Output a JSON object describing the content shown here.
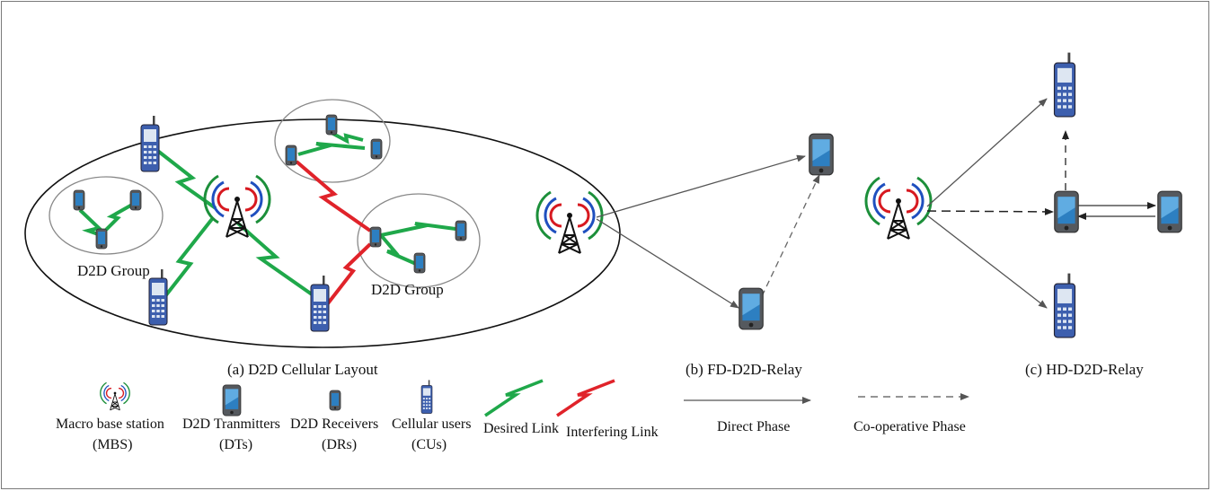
{
  "colors": {
    "desired_link": "#1fa84a",
    "interfering_link": "#e0232a",
    "arrow": "#555555",
    "tower_red": "#d71920",
    "tower_blue": "#1f4fbf",
    "tower_green": "#1c8f3a"
  },
  "panel_a": {
    "caption": "(a) D2D Cellular Layout",
    "group_label_left": "D2D Group",
    "group_label_right": "D2D Group"
  },
  "panel_b": {
    "caption": "(b) FD-D2D-Relay"
  },
  "panel_c": {
    "caption": "(c) HD-D2D-Relay"
  },
  "legend": {
    "mbs_line1": "Macro base station",
    "mbs_line2": "(MBS)",
    "dt_line1": "D2D Tranmitters",
    "dt_line2": "(DTs)",
    "dr_line1": "D2D Receivers",
    "dr_line2": "(DRs)",
    "cu_line1": "Cellular users",
    "cu_line2": "(CUs)",
    "desired": "Desired Link",
    "interfering": "Interfering Link",
    "direct_phase": "Direct Phase",
    "cooperative_phase": "Co-operative Phase"
  },
  "icons": [
    "macro-base-station-icon",
    "d2d-transmitter-icon",
    "d2d-receiver-icon",
    "cellular-user-icon",
    "smartphone-icon"
  ]
}
